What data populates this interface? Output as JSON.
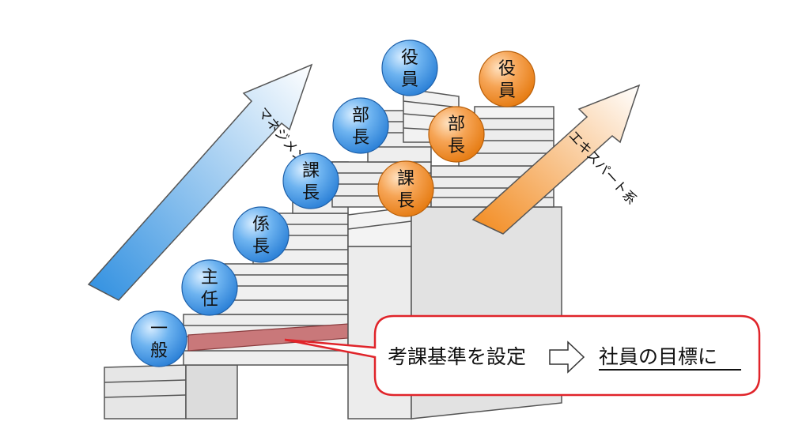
{
  "management_track": {
    "arrow_label": "マネジメント系",
    "ranks": [
      {
        "id": "ippan",
        "line1": "一",
        "line2": "般"
      },
      {
        "id": "shunin",
        "line1": "主",
        "line2": "任"
      },
      {
        "id": "kakaricho",
        "line1": "係",
        "line2": "長"
      },
      {
        "id": "kacho",
        "line1": "課",
        "line2": "長"
      },
      {
        "id": "bucho",
        "line1": "部",
        "line2": "長"
      },
      {
        "id": "yakuin",
        "line1": "役",
        "line2": "員"
      }
    ]
  },
  "expert_track": {
    "arrow_label": "エキスパート系",
    "ranks": [
      {
        "id": "kacho",
        "line1": "課",
        "line2": "長"
      },
      {
        "id": "bucho",
        "line1": "部",
        "line2": "長"
      },
      {
        "id": "yakuin",
        "line1": "役",
        "line2": "員"
      }
    ]
  },
  "callout": {
    "left_text": "考課基準を設定",
    "right_text": "社員の目標に"
  },
  "colors": {
    "management_ball": "#3f93e6",
    "expert_ball": "#f28a1e",
    "callout_border": "#e0242a",
    "highlight_step": "#c9787a",
    "step_face": "#e9e9e9",
    "step_top": "#f6f6f6"
  }
}
